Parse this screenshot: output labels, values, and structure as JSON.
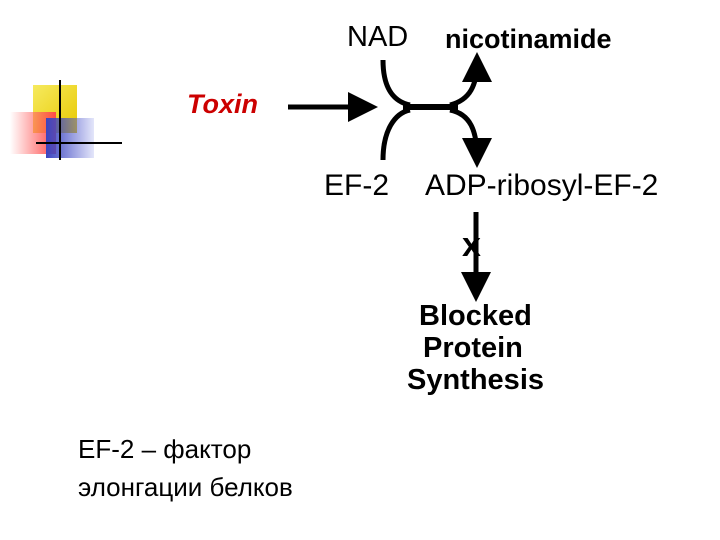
{
  "diagram": {
    "toxin": "Toxin",
    "nad": "NAD",
    "nicotinamide": "nicotinamide",
    "ef2": "EF-2",
    "adp_ribosyl_ef2": "ADP-ribosyl-EF-2",
    "blocked_line1": "Blocked",
    "blocked_line2": "Protein",
    "blocked_line3": "Synthesis",
    "block_mark": "x"
  },
  "caption": {
    "line1": "EF-2 – фактор",
    "line2": "элонгации белков"
  },
  "colors": {
    "toxin_text": "#cc0000",
    "deco_yellow": "#f4e24a",
    "deco_red": "#ff5a5a",
    "deco_blue": "#4b55c8",
    "deco_line": "#000000"
  }
}
